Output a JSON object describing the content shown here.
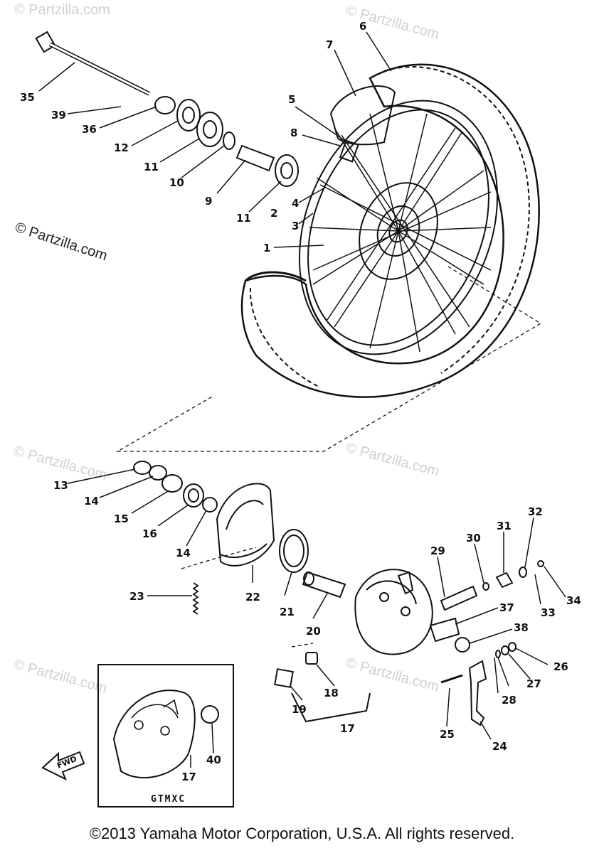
{
  "watermark": {
    "main": "© Partzilla.com",
    "faint": "© Partzilla.com"
  },
  "inset": {
    "label": "GTMXC"
  },
  "fwd_arrow": {
    "label": "FWD"
  },
  "copyright": "©2013 Yamaha Motor Corporation, U.S.A. All rights reserved.",
  "callouts": {
    "c1": "1",
    "c2": "2",
    "c3": "3",
    "c4": "4",
    "c5": "5",
    "c6": "6",
    "c7": "7",
    "c8": "8",
    "c9": "9",
    "c10": "10",
    "c11a": "11",
    "c11b": "11",
    "c12": "12",
    "c13": "13",
    "c14a": "14",
    "c14b": "14",
    "c15": "15",
    "c16": "16",
    "c17a": "17",
    "c17b": "17",
    "c18": "18",
    "c19": "19",
    "c20": "20",
    "c21": "21",
    "c22": "22",
    "c23": "23",
    "c24": "24",
    "c25": "25",
    "c26": "26",
    "c27": "27",
    "c28": "28",
    "c29": "29",
    "c30": "30",
    "c31": "31",
    "c32": "32",
    "c33": "33",
    "c34": "34",
    "c35": "35",
    "c36": "36",
    "c37": "37",
    "c38": "38",
    "c39": "39",
    "c40": "40"
  },
  "colors": {
    "ink": "#111111",
    "watermark": "#d0d0d0",
    "background": "#ffffff"
  }
}
